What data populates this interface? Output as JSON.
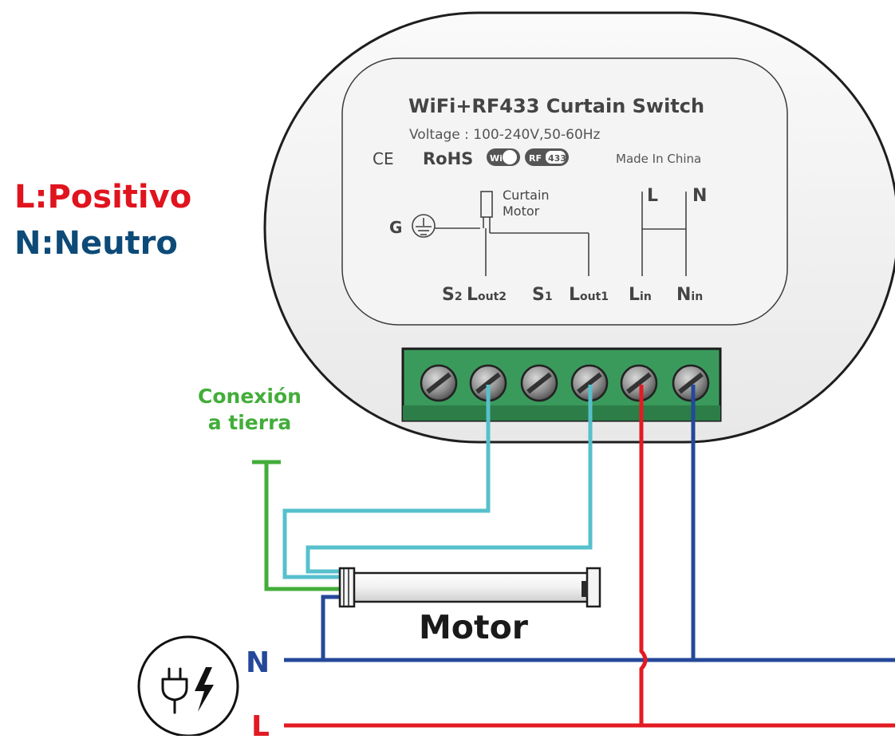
{
  "device": {
    "title": "WiFi+RF433 Curtain Switch",
    "voltage": "Voltage : 100-240V,50-60Hz",
    "ce": "CE",
    "rohs": "RoHS",
    "wifi_badge": "Wi Fi",
    "rf_badge": "RF",
    "rf_value": "433",
    "made_in": "Made In China",
    "curtain_label_1": "Curtain",
    "curtain_label_2": "Motor",
    "ground_letter": "G",
    "top_L": "L",
    "top_N": "N",
    "terminals": [
      {
        "main": "S",
        "sub": "2"
      },
      {
        "main": "L",
        "sub": "out2"
      },
      {
        "main": "S",
        "sub": "1"
      },
      {
        "main": "L",
        "sub": "out1"
      },
      {
        "main": "L",
        "sub": "in"
      },
      {
        "main": "N",
        "sub": "in"
      }
    ]
  },
  "legend": {
    "positive": "L:Positivo",
    "neutral": "N:Neutro"
  },
  "ground_label": {
    "line1": "Conexión",
    "line2": "a tierra"
  },
  "motor_label": "Motor",
  "mains": {
    "n_label": "N",
    "l_label": "L"
  },
  "colors": {
    "positive": "#e0141e",
    "neutral": "#0d4a78",
    "ground": "#43ad3a",
    "motor_wire": "#56c0cc",
    "line_red": "#e21b23",
    "line_blue": "#24489a",
    "terminal_green": "#3a9a5c"
  },
  "icons": {
    "power": "plug-lightning-icon"
  }
}
